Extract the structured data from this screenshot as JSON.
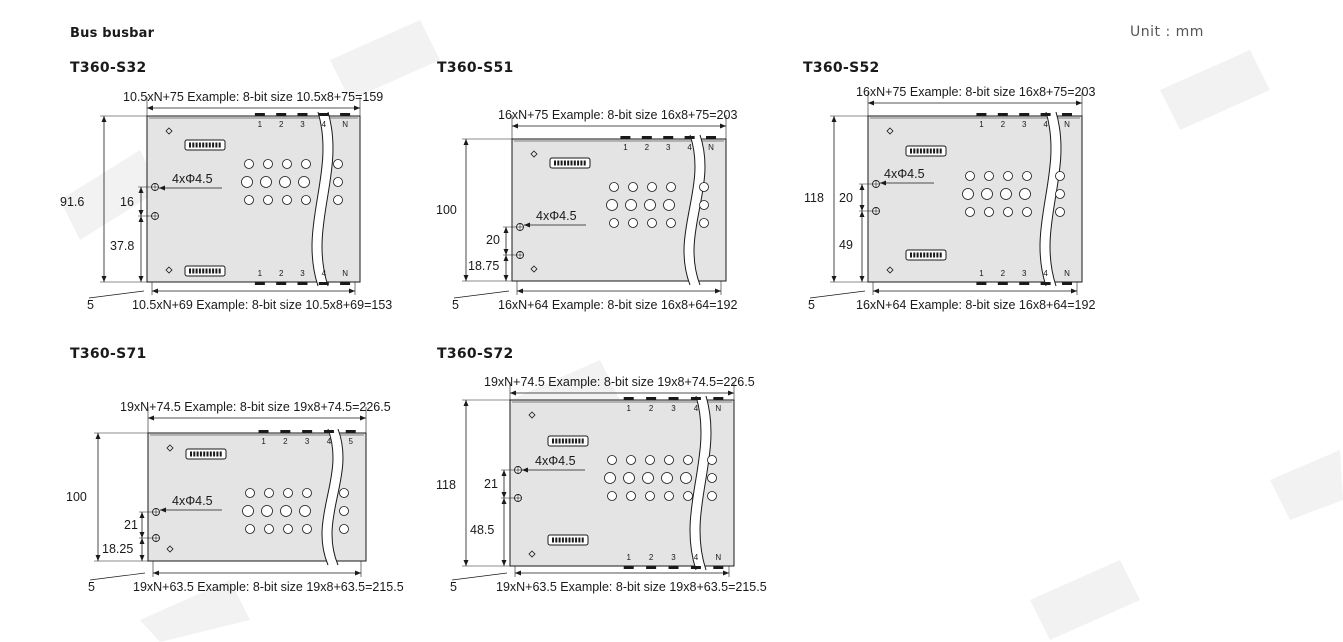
{
  "header": {
    "title": "Bus busbar",
    "unit": "Unit : mm"
  },
  "colors": {
    "panel": "#e4e4e4",
    "line": "#1a1a1a",
    "watermark": "#f1f1f1"
  },
  "diagrams": [
    {
      "id": "s32",
      "title": "T360-S32",
      "top_dim": "10.5xN+75  Example: 8-bit size  10.5x8+75=159",
      "bottom_dim": "10.5xN+69  Example: 8-bit size  10.5x8+69=153",
      "left_dim": "5",
      "height": "91.6",
      "hole_label": "4xΦ4.5",
      "v1": "16",
      "v2": "37.8",
      "top_pins": [
        "1",
        "2",
        "3",
        "4",
        "N"
      ],
      "bottom_pins": [
        "1",
        "2",
        "3",
        "4",
        "N"
      ]
    },
    {
      "id": "s51",
      "title": "T360-S51",
      "top_dim": "16xN+75  Example: 8-bit size  16x8+75=203",
      "bottom_dim": "16xN+64  Example: 8-bit size  16x8+64=192",
      "left_dim": "5",
      "height": "100",
      "hole_label": "4xΦ4.5",
      "v1": "20",
      "v2": "18.75",
      "top_pins": [
        "1",
        "2",
        "3",
        "4",
        "N"
      ]
    },
    {
      "id": "s52",
      "title": "T360-S52",
      "top_dim": "16xN+75  Example: 8-bit size 16x8+75=203",
      "bottom_dim": "16xN+64  Example: 8-bit size  16x8+64=192",
      "left_dim": "5",
      "height": "118",
      "hole_label": "4xΦ4.5",
      "v1": "20",
      "v2": "49",
      "top_pins": [
        "1",
        "2",
        "3",
        "4",
        "N"
      ],
      "bottom_pins": [
        "1",
        "2",
        "3",
        "4",
        "N"
      ]
    },
    {
      "id": "s71",
      "title": "T360-S71",
      "top_dim": "19xN+74.5  Example: 8-bit size  19x8+74.5=226.5",
      "bottom_dim": "19xN+63.5  Example: 8-bit size  19x8+63.5=215.5",
      "left_dim": "5",
      "height": "100",
      "hole_label": "4xΦ4.5",
      "v1": "21",
      "v2": "18.25",
      "top_pins": [
        "1",
        "2",
        "3",
        "4",
        "5"
      ]
    },
    {
      "id": "s72",
      "title": "T360-S72",
      "top_dim": "19xN+74.5  Example: 8-bit size 19x8+74.5=226.5",
      "bottom_dim": "19xN+63.5  Example: 8-bit size  19x8+63.5=215.5",
      "left_dim": "5",
      "height": "118",
      "hole_label": "4xΦ4.5",
      "v1": "21",
      "v2": "48.5",
      "top_pins": [
        "1",
        "2",
        "3",
        "4",
        "N"
      ],
      "bottom_pins": [
        "1",
        "2",
        "3",
        "4",
        "N"
      ]
    }
  ]
}
